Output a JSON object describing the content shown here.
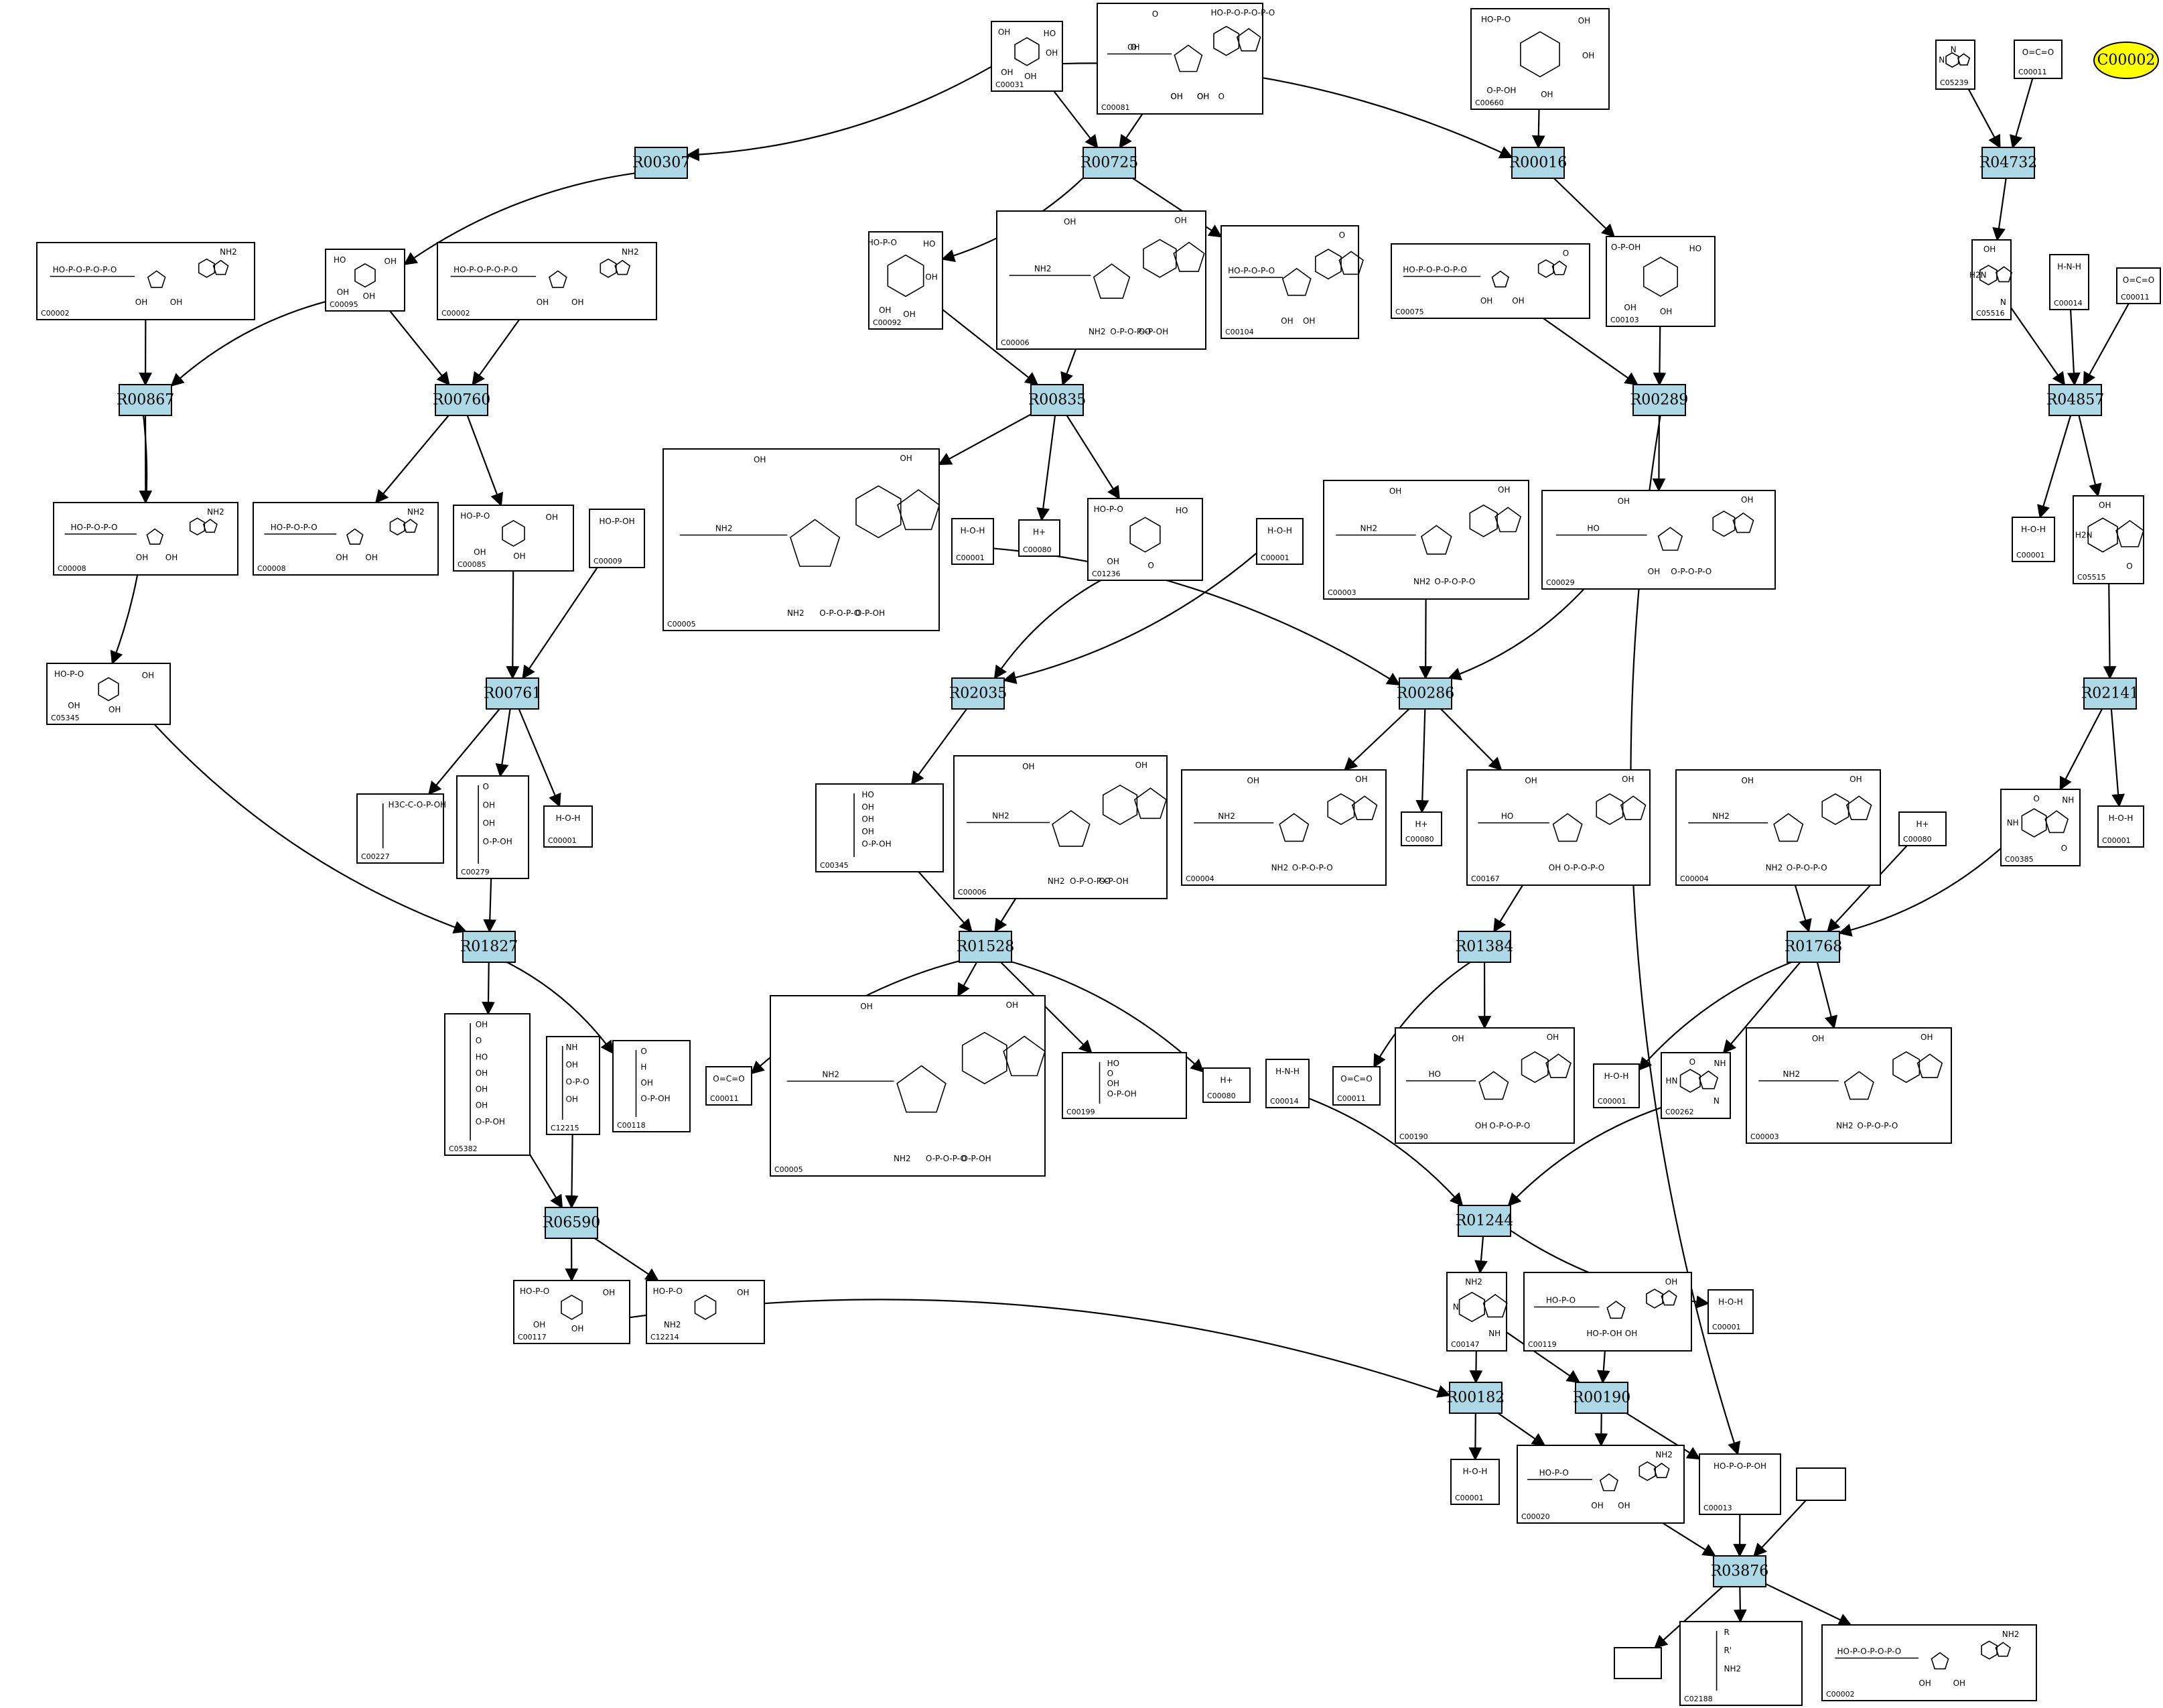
{
  "highlight": {
    "label": "C00002"
  },
  "reactions": [
    {
      "id": "R00307",
      "label": "R00307"
    },
    {
      "id": "R00725",
      "label": "R00725"
    },
    {
      "id": "R00016",
      "label": "R00016"
    },
    {
      "id": "R04732",
      "label": "R04732"
    },
    {
      "id": "R00867",
      "label": "R00867"
    },
    {
      "id": "R00760",
      "label": "R00760"
    },
    {
      "id": "R00835",
      "label": "R00835"
    },
    {
      "id": "R00289",
      "label": "R00289"
    },
    {
      "id": "R04857",
      "label": "R04857"
    },
    {
      "id": "R00761",
      "label": "R00761"
    },
    {
      "id": "R02035",
      "label": "R02035"
    },
    {
      "id": "R00286",
      "label": "R00286"
    },
    {
      "id": "R02141",
      "label": "R02141"
    },
    {
      "id": "R01827",
      "label": "R01827"
    },
    {
      "id": "R01528",
      "label": "R01528"
    },
    {
      "id": "R01384",
      "label": "R01384"
    },
    {
      "id": "R01768",
      "label": "R01768"
    },
    {
      "id": "R06590",
      "label": "R06590"
    },
    {
      "id": "R01244",
      "label": "R01244"
    },
    {
      "id": "R00182",
      "label": "R00182"
    },
    {
      "id": "R00190",
      "label": "R00190"
    },
    {
      "id": "R03876",
      "label": "R03876"
    }
  ],
  "compounds": [
    {
      "id": "c_C00031",
      "label": "C00031",
      "mol": "sugar",
      "tags": [
        "OH",
        "HO",
        "OH",
        "OH",
        "OH"
      ]
    },
    {
      "id": "c_C00081",
      "label": "C00081",
      "mol": "nuc",
      "tags": [
        "OH",
        "OH",
        "OH",
        "HO-P-O-P-O-P-O",
        "O",
        "O",
        "O",
        "OH",
        "OH"
      ]
    },
    {
      "id": "c_C00660",
      "label": "C00660",
      "mol": "sugar",
      "tags": [
        "HO-P-O",
        "OH",
        "O-P-OH",
        "OH",
        "OH"
      ]
    },
    {
      "id": "c_C05239",
      "label": "C05239",
      "mol": "ring",
      "tags": [
        "N",
        "N"
      ]
    },
    {
      "id": "c_C00011a",
      "label": "C00011",
      "mol": "small",
      "tags": [
        "O=C=O"
      ]
    },
    {
      "id": "c_C00002a",
      "label": "C00002",
      "mol": "nuc",
      "tags": [
        "HO-P-O-P-O-P-O",
        "OH",
        "OH",
        "NH2"
      ]
    },
    {
      "id": "c_C00095",
      "label": "C00095",
      "mol": "sugar",
      "tags": [
        "HO",
        "OH",
        "OH",
        "OH"
      ]
    },
    {
      "id": "c_C00002b",
      "label": "C00002",
      "mol": "nuc",
      "tags": [
        "HO-P-O-P-O-P-O",
        "OH",
        "OH",
        "NH2"
      ]
    },
    {
      "id": "c_C00092",
      "label": "C00092",
      "mol": "sugar",
      "tags": [
        "HO-P-O",
        "HO",
        "OH",
        "OH",
        "OH"
      ]
    },
    {
      "id": "c_C00006a",
      "label": "C00006",
      "mol": "nuc",
      "tags": [
        "NH2",
        "NH2",
        "O-P-O-P-O",
        "OH",
        "OH",
        "O-P-OH"
      ]
    },
    {
      "id": "c_C00104",
      "label": "C00104",
      "mol": "nuc",
      "tags": [
        "HO-P-O-P-O",
        "OH",
        "OH",
        "O"
      ]
    },
    {
      "id": "c_C00075",
      "label": "C00075",
      "mol": "nuc",
      "tags": [
        "HO-P-O-P-O-P-O",
        "OH",
        "OH",
        "O"
      ]
    },
    {
      "id": "c_C00103",
      "label": "C00103",
      "mol": "sugar",
      "tags": [
        "O-P-OH",
        "HO",
        "OH",
        "OH"
      ]
    },
    {
      "id": "c_C05516",
      "label": "C05516",
      "mol": "ring",
      "tags": [
        "OH",
        "H2N",
        "N"
      ]
    },
    {
      "id": "c_C00014a",
      "label": "C00014",
      "mol": "small",
      "tags": [
        "H-N-H"
      ]
    },
    {
      "id": "c_C00011b",
      "label": "C00011",
      "mol": "small",
      "tags": [
        "O=C=O"
      ]
    },
    {
      "id": "c_C00008a",
      "label": "C00008",
      "mol": "nuc",
      "tags": [
        "HO-P-O-P-O",
        "OH",
        "OH",
        "NH2"
      ]
    },
    {
      "id": "c_C00008b",
      "label": "C00008",
      "mol": "nuc",
      "tags": [
        "HO-P-O-P-O",
        "OH",
        "OH",
        "NH2"
      ]
    },
    {
      "id": "c_C00085",
      "label": "C00085",
      "mol": "sugar",
      "tags": [
        "HO-P-O",
        "OH",
        "OH",
        "OH"
      ]
    },
    {
      "id": "c_C00009a",
      "label": "C00009",
      "mol": "small",
      "tags": [
        "HO-P-OH"
      ]
    },
    {
      "id": "c_C00005a",
      "label": "C00005",
      "mol": "nuc",
      "tags": [
        "NH2",
        "NH2",
        "O-P-O-P-O",
        "OH",
        "OH",
        "O-P-OH"
      ]
    },
    {
      "id": "c_C00001a",
      "label": "C00001",
      "mol": "small",
      "tags": [
        "H-O-H"
      ]
    },
    {
      "id": "c_C00080a",
      "label": "C00080",
      "mol": "small",
      "tags": [
        "H+"
      ]
    },
    {
      "id": "c_C01236",
      "label": "C01236",
      "mol": "sugar",
      "tags": [
        "HO-P-O",
        "HO",
        "OH",
        "O"
      ]
    },
    {
      "id": "c_C00001b",
      "label": "C00001",
      "mol": "small",
      "tags": [
        "H-O-H"
      ]
    },
    {
      "id": "c_C00003a",
      "label": "C00003",
      "mol": "nuc",
      "tags": [
        "NH2",
        "NH2",
        "O-P-O-P-O",
        "OH",
        "OH"
      ]
    },
    {
      "id": "c_C00029",
      "label": "C00029",
      "mol": "nuc",
      "tags": [
        "HO",
        "OH",
        "O-P-O-P-O",
        "OH",
        "OH"
      ]
    },
    {
      "id": "c_C00001c",
      "label": "C00001",
      "mol": "small",
      "tags": [
        "H-O-H"
      ]
    },
    {
      "id": "c_C05515",
      "label": "C05515",
      "mol": "ring",
      "tags": [
        "OH",
        "H2N",
        "O"
      ]
    },
    {
      "id": "c_C05345",
      "label": "C05345",
      "mol": "sugar",
      "tags": [
        "HO-P-O",
        "OH",
        "OH",
        "OH"
      ]
    },
    {
      "id": "c_C00227",
      "label": "C00227",
      "mol": "chain",
      "tags": [
        "H3C-C-O-P-OH"
      ]
    },
    {
      "id": "c_C00279",
      "label": "C00279",
      "mol": "chain",
      "tags": [
        "O",
        "OH",
        "OH",
        "O-P-OH"
      ]
    },
    {
      "id": "c_C00001d",
      "label": "C00001",
      "mol": "small",
      "tags": [
        "H-O-H"
      ]
    },
    {
      "id": "c_C00345",
      "label": "C00345",
      "mol": "chain",
      "tags": [
        "HO",
        "OH",
        "OH",
        "OH",
        "O-P-OH"
      ]
    },
    {
      "id": "c_C00006b",
      "label": "C00006",
      "mol": "nuc",
      "tags": [
        "NH2",
        "NH2",
        "O-P-O-P-O",
        "OH",
        "OH",
        "O-P-OH"
      ]
    },
    {
      "id": "c_C00004a",
      "label": "C00004",
      "mol": "nuc",
      "tags": [
        "NH2",
        "NH2",
        "O-P-O-P-O",
        "OH",
        "OH"
      ]
    },
    {
      "id": "c_C00080b",
      "label": "C00080",
      "mol": "small",
      "tags": [
        "H+"
      ]
    },
    {
      "id": "c_C00167",
      "label": "C00167",
      "mol": "nuc",
      "tags": [
        "HO",
        "OH",
        "O-P-O-P-O",
        "OH",
        "OH"
      ]
    },
    {
      "id": "c_C00004b",
      "label": "C00004",
      "mol": "nuc",
      "tags": [
        "NH2",
        "NH2",
        "O-P-O-P-O",
        "OH",
        "OH"
      ]
    },
    {
      "id": "c_C00080c",
      "label": "C00080",
      "mol": "small",
      "tags": [
        "H+"
      ]
    },
    {
      "id": "c_C00385",
      "label": "C00385",
      "mol": "ring",
      "tags": [
        "O",
        "NH",
        "O",
        "NH"
      ]
    },
    {
      "id": "c_C00001e",
      "label": "C00001",
      "mol": "small",
      "tags": [
        "H-O-H"
      ]
    },
    {
      "id": "c_C05382",
      "label": "C05382",
      "mol": "chain",
      "tags": [
        "OH",
        "O",
        "HO",
        "OH",
        "OH",
        "OH",
        "O-P-OH"
      ]
    },
    {
      "id": "c_C12215",
      "label": "C12215",
      "mol": "chain",
      "tags": [
        "NH",
        "OH",
        "O-P-O",
        "OH"
      ]
    },
    {
      "id": "c_C00118",
      "label": "C00118",
      "mol": "chain",
      "tags": [
        "O",
        "H",
        "OH",
        "O-P-OH"
      ]
    },
    {
      "id": "c_C00011c",
      "label": "C00011",
      "mol": "small",
      "tags": [
        "O=C=O"
      ]
    },
    {
      "id": "c_C00005b",
      "label": "C00005",
      "mol": "nuc",
      "tags": [
        "NH2",
        "NH2",
        "O-P-O-P-O",
        "OH",
        "OH",
        "O-P-OH"
      ]
    },
    {
      "id": "c_C00199",
      "label": "C00199",
      "mol": "chain",
      "tags": [
        "HO",
        "O",
        "OH",
        "O-P-OH"
      ]
    },
    {
      "id": "c_C00080d",
      "label": "C00080",
      "mol": "small",
      "tags": [
        "H+"
      ]
    },
    {
      "id": "c_C00014b",
      "label": "C00014",
      "mol": "small",
      "tags": [
        "H-N-H"
      ]
    },
    {
      "id": "c_C00011d",
      "label": "C00011",
      "mol": "small",
      "tags": [
        "O=C=O"
      ]
    },
    {
      "id": "c_C00190",
      "label": "C00190",
      "mol": "nuc",
      "tags": [
        "HO",
        "OH",
        "O-P-O-P-O",
        "OH",
        "OH"
      ]
    },
    {
      "id": "c_C00001f",
      "label": "C00001",
      "mol": "small",
      "tags": [
        "H-O-H"
      ]
    },
    {
      "id": "c_C00262",
      "label": "C00262",
      "mol": "ring",
      "tags": [
        "O",
        "HN",
        "N",
        "NH"
      ]
    },
    {
      "id": "c_C00003b",
      "label": "C00003",
      "mol": "nuc",
      "tags": [
        "NH2",
        "NH2",
        "O-P-O-P-O",
        "OH",
        "OH"
      ]
    },
    {
      "id": "c_C00117",
      "label": "C00117",
      "mol": "sugar",
      "tags": [
        "HO-P-O",
        "OH",
        "OH",
        "OH"
      ]
    },
    {
      "id": "c_C12214",
      "label": "C12214",
      "mol": "sugar",
      "tags": [
        "HO-P-O",
        "OH",
        "NH2"
      ]
    },
    {
      "id": "c_C00147",
      "label": "C00147",
      "mol": "ring",
      "tags": [
        "NH2",
        "N",
        "NH"
      ]
    },
    {
      "id": "c_C00119",
      "label": "C00119",
      "mol": "nuc",
      "tags": [
        "HO-P-O",
        "HO-P-OH",
        "OH",
        "OH"
      ]
    },
    {
      "id": "c_C00001g",
      "label": "C00001",
      "mol": "small",
      "tags": [
        "H-O-H"
      ]
    },
    {
      "id": "c_C00001h",
      "label": "C00001",
      "mol": "small",
      "tags": [
        "H-O-H"
      ]
    },
    {
      "id": "c_C00020",
      "label": "C00020",
      "mol": "nuc",
      "tags": [
        "HO-P-O",
        "OH",
        "OH",
        "NH2"
      ]
    },
    {
      "id": "c_C00013",
      "label": "C00013",
      "mol": "small",
      "tags": [
        "HO-P-O-P-OH"
      ]
    },
    {
      "id": "c_blank1",
      "label": "",
      "mol": "none",
      "tags": []
    },
    {
      "id": "c_blank2",
      "label": "",
      "mol": "none",
      "tags": []
    },
    {
      "id": "c_C02188",
      "label": "C02188",
      "mol": "chain",
      "tags": [
        "R",
        "R'",
        "NH2"
      ]
    },
    {
      "id": "c_C00002c",
      "label": "C00002",
      "mol": "nuc",
      "tags": [
        "HO-P-O-P-O-P-O",
        "OH",
        "OH",
        "NH2"
      ]
    }
  ],
  "edges": [
    [
      "c_C00031",
      "R00307"
    ],
    [
      "c_C00031",
      "R00725"
    ],
    [
      "c_C00031",
      "R00016"
    ],
    [
      "c_C00081",
      "R00725"
    ],
    [
      "c_C00660",
      "R00016"
    ],
    [
      "c_C05239",
      "R04732"
    ],
    [
      "c_C00011a",
      "R04732"
    ],
    [
      "R00307",
      "c_C00095"
    ],
    [
      "R00725",
      "c_C00092"
    ],
    [
      "R00725",
      "c_C00104"
    ],
    [
      "R00016",
      "c_C00103"
    ],
    [
      "R04732",
      "c_C05516"
    ],
    [
      "c_C00002a",
      "R00867"
    ],
    [
      "c_C00095",
      "R00867"
    ],
    [
      "c_C00095",
      "R00760"
    ],
    [
      "c_C00002b",
      "R00760"
    ],
    [
      "c_C00092",
      "R00835"
    ],
    [
      "c_C00006a",
      "R00835"
    ],
    [
      "c_C00075",
      "R00289"
    ],
    [
      "c_C00103",
      "R00289"
    ],
    [
      "c_C05516",
      "R04857"
    ],
    [
      "c_C00014a",
      "R04857"
    ],
    [
      "c_C00011b",
      "R04857"
    ],
    [
      "R00867",
      "c_C00008a"
    ],
    [
      "R00867",
      "c_C05345"
    ],
    [
      "R00760",
      "c_C00008b"
    ],
    [
      "R00760",
      "c_C00085"
    ],
    [
      "R00835",
      "c_C00005a"
    ],
    [
      "R00835",
      "c_C00080a"
    ],
    [
      "R00835",
      "c_C01236"
    ],
    [
      "R00289",
      "c_C00029"
    ],
    [
      "R00289",
      "c_C00013"
    ],
    [
      "R04857",
      "c_C00001c"
    ],
    [
      "R04857",
      "c_C05515"
    ],
    [
      "c_C00085",
      "R00761"
    ],
    [
      "c_C00009a",
      "R00761"
    ],
    [
      "c_C00001b",
      "R02035"
    ],
    [
      "c_C01236",
      "R02035"
    ],
    [
      "c_C00001a",
      "R00286"
    ],
    [
      "c_C00003a",
      "R00286"
    ],
    [
      "c_C00029",
      "R00286"
    ],
    [
      "c_C05515",
      "R02141"
    ],
    [
      "R00761",
      "c_C00227"
    ],
    [
      "R00761",
      "c_C00279"
    ],
    [
      "R00761",
      "c_C00001d"
    ],
    [
      "R02035",
      "c_C00345"
    ],
    [
      "R00286",
      "c_C00004a"
    ],
    [
      "R00286",
      "c_C00080b"
    ],
    [
      "R00286",
      "c_C00167"
    ],
    [
      "R02141",
      "c_C00385"
    ],
    [
      "R02141",
      "c_C00001e"
    ],
    [
      "c_C05345",
      "R01827"
    ],
    [
      "c_C00279",
      "R01827"
    ],
    [
      "c_C00345",
      "R01528"
    ],
    [
      "c_C00006b",
      "R01528"
    ],
    [
      "c_C00167",
      "R01384"
    ],
    [
      "c_C00004b",
      "R01768"
    ],
    [
      "c_C00080c",
      "R01768"
    ],
    [
      "c_C00385",
      "R01768"
    ],
    [
      "R01827",
      "c_C05382"
    ],
    [
      "R01827",
      "c_C00118"
    ],
    [
      "R01528",
      "c_C00011c"
    ],
    [
      "R01528",
      "c_C00005b"
    ],
    [
      "R01528",
      "c_C00199"
    ],
    [
      "R01528",
      "c_C00080d"
    ],
    [
      "R01384",
      "c_C00011d"
    ],
    [
      "R01384",
      "c_C00190"
    ],
    [
      "R01768",
      "c_C00001f"
    ],
    [
      "R01768",
      "c_C00262"
    ],
    [
      "R01768",
      "c_C00003b"
    ],
    [
      "c_C05382",
      "R06590"
    ],
    [
      "c_C12215",
      "R06590"
    ],
    [
      "c_C00014b",
      "R01244"
    ],
    [
      "c_C00262",
      "R01244"
    ],
    [
      "R06590",
      "c_C00117"
    ],
    [
      "R06590",
      "c_C12214"
    ],
    [
      "R01244",
      "c_C00147"
    ],
    [
      "R01244",
      "c_C00001g"
    ],
    [
      "c_C00117",
      "R00182"
    ],
    [
      "c_C00147",
      "R00182"
    ],
    [
      "c_C00147",
      "R00190"
    ],
    [
      "c_C00119",
      "R00190"
    ],
    [
      "R00182",
      "c_C00001h"
    ],
    [
      "R00182",
      "c_C00020"
    ],
    [
      "R00190",
      "c_C00020"
    ],
    [
      "R00190",
      "c_C00013"
    ],
    [
      "c_C00020",
      "R03876"
    ],
    [
      "c_C00013",
      "R03876"
    ],
    [
      "c_blank1",
      "R03876"
    ],
    [
      "R03876",
      "c_blank2"
    ],
    [
      "R03876",
      "c_C02188"
    ],
    [
      "R03876",
      "c_C00002c"
    ]
  ]
}
